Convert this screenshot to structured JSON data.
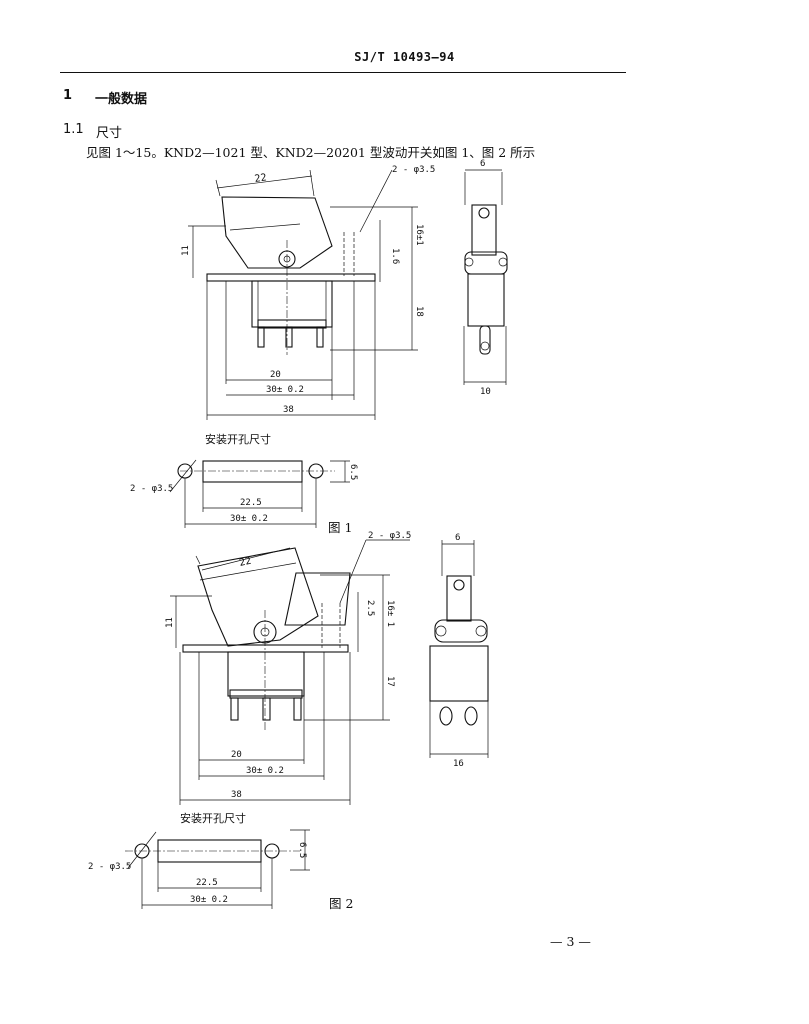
{
  "header": {
    "title": "SJ/T 10493—94"
  },
  "section": {
    "number": "1",
    "title": "一般数据"
  },
  "subsection": {
    "number": "1.1",
    "title": "尺寸"
  },
  "intro_text": "见图 1～15。KND2—1021 型、KND2—20201 型波动开关如图 1、图 2 所示",
  "figure1": {
    "caption": "图 1",
    "mount_hole_label": "安装开孔尺寸",
    "dims": {
      "top_22": "22",
      "hole_label": "2 - φ3.5",
      "side_6": "6",
      "h_11": "11",
      "h_1_6": "1.6",
      "h_16": "16±1",
      "h_18": "18",
      "w_20": "20",
      "w_30": "30± 0.2",
      "w_38": "38",
      "w_10": "10",
      "cut_hole": "2 - φ3.5",
      "cut_22_5": "22.5",
      "cut_30": "30± 0.2",
      "cut_6_5": "6.5"
    }
  },
  "figure2": {
    "caption": "图 2",
    "mount_hole_label": "安装开孔尺寸",
    "dims": {
      "top_22": "22",
      "hole_label": "2 - φ3.5",
      "side_6": "6",
      "h_11": "11",
      "h_2_5": "2.5",
      "h_16": "16± 1",
      "h_17": "17",
      "w_20": "20",
      "w_30": "30± 0.2",
      "w_38": "38",
      "w_16": "16",
      "cut_hole": "2 - φ3.5",
      "cut_22_5": "22.5",
      "cut_30": "30± 0.2",
      "cut_6_5": "6.5"
    }
  },
  "page_number": "— 3 —"
}
